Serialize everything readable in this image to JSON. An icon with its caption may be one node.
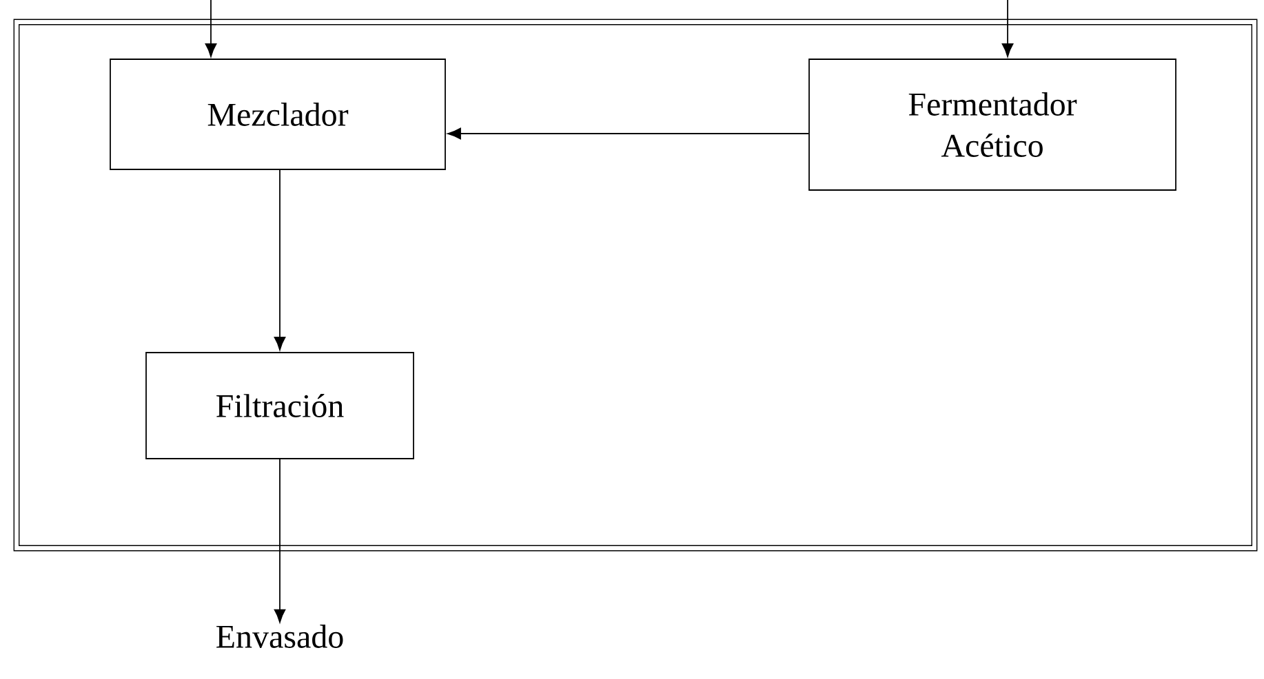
{
  "diagram": {
    "nodes": [
      {
        "text": [],
        "shape": "box"
      },
      {
        "text": [
          "Mezclador"
        ],
        "in": 0
      },
      {
        "text": [
          "Fermentador Acético"
        ],
        "in": 0
      },
      {
        "text": [
          "Filtración"
        ],
        "in": 0
      },
      {
        "text": [
          "Envasado"
        ]
      }
    ],
    "edges": [
      {
        "from": null,
        "to": 1,
        "arrow": "to"
      },
      {
        "from": null,
        "to": 2,
        "arrow": "to"
      },
      {
        "from": 2,
        "to": 1,
        "arrow": "to"
      },
      {
        "from": 1,
        "to": 3,
        "arrow": "to"
      },
      {
        "from": 3,
        "to": 4,
        "arrow": "to"
      }
    ]
  }
}
